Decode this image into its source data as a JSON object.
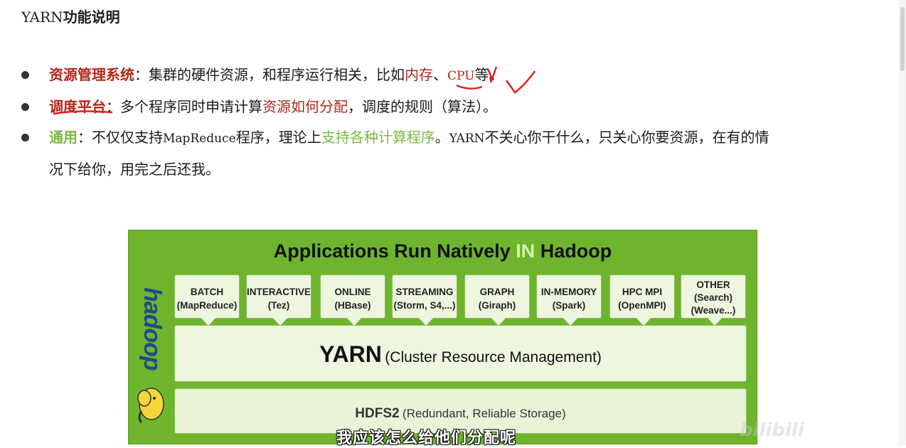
{
  "title": {
    "prefix": "YARN",
    "text": "功能说明"
  },
  "bullets": [
    {
      "keyword": "资源管理系统",
      "text_a": "：集群的硬件资源，和程序运行相关，比如",
      "highlight": "内存",
      "sep": "、",
      "cpu": "CPU",
      "text_b": "等。"
    },
    {
      "keyword": "调度平台",
      "text_a": "：多个程序同时申请计算",
      "highlight": "资源如何分配",
      "text_b": "，调度的规则（算法）。"
    },
    {
      "keyword": "通用",
      "text_a": "：不仅仅支持",
      "mapreduce": "MapReduce",
      "text_b": "程序，理论上",
      "highlight": "支持各种计算程序",
      "text_c": "。",
      "yarn": "YARN",
      "text_d": "不关心你干什么，只关心你要资源，在有的情",
      "text_e": "况下给你，用完之后还我。"
    }
  ],
  "diagram": {
    "title_a": "Applications Run Natively ",
    "title_in": "IN",
    "title_b": " Hadoop",
    "logo": "hadoop",
    "apps": [
      {
        "name": "BATCH",
        "sub": "(MapReduce)"
      },
      {
        "name": "INTERACTIVE",
        "sub": "(Tez)"
      },
      {
        "name": "ONLINE",
        "sub": "(HBase)"
      },
      {
        "name": "STREAMING",
        "sub": "(Storm, S4,...)"
      },
      {
        "name": "GRAPH",
        "sub": "(Giraph)"
      },
      {
        "name": "IN-MEMORY",
        "sub": "(Spark)"
      },
      {
        "name": "HPC MPI",
        "sub": "(OpenMPI)"
      },
      {
        "name": "OTHER",
        "sub": "(Search)",
        "sub2": "(Weave...)"
      }
    ],
    "yarn": {
      "big": "YARN",
      "small": "(Cluster Resource Management)"
    },
    "hdfs": {
      "big": "HDFS2",
      "small": "(Redundant, Reliable Storage)"
    }
  },
  "subtitle": "我应该怎么给他们分配呢",
  "watermark": "bilibili",
  "colors": {
    "red": "#b2271a",
    "green": "#7cb843",
    "diagram_bg": "#6eb52d"
  }
}
